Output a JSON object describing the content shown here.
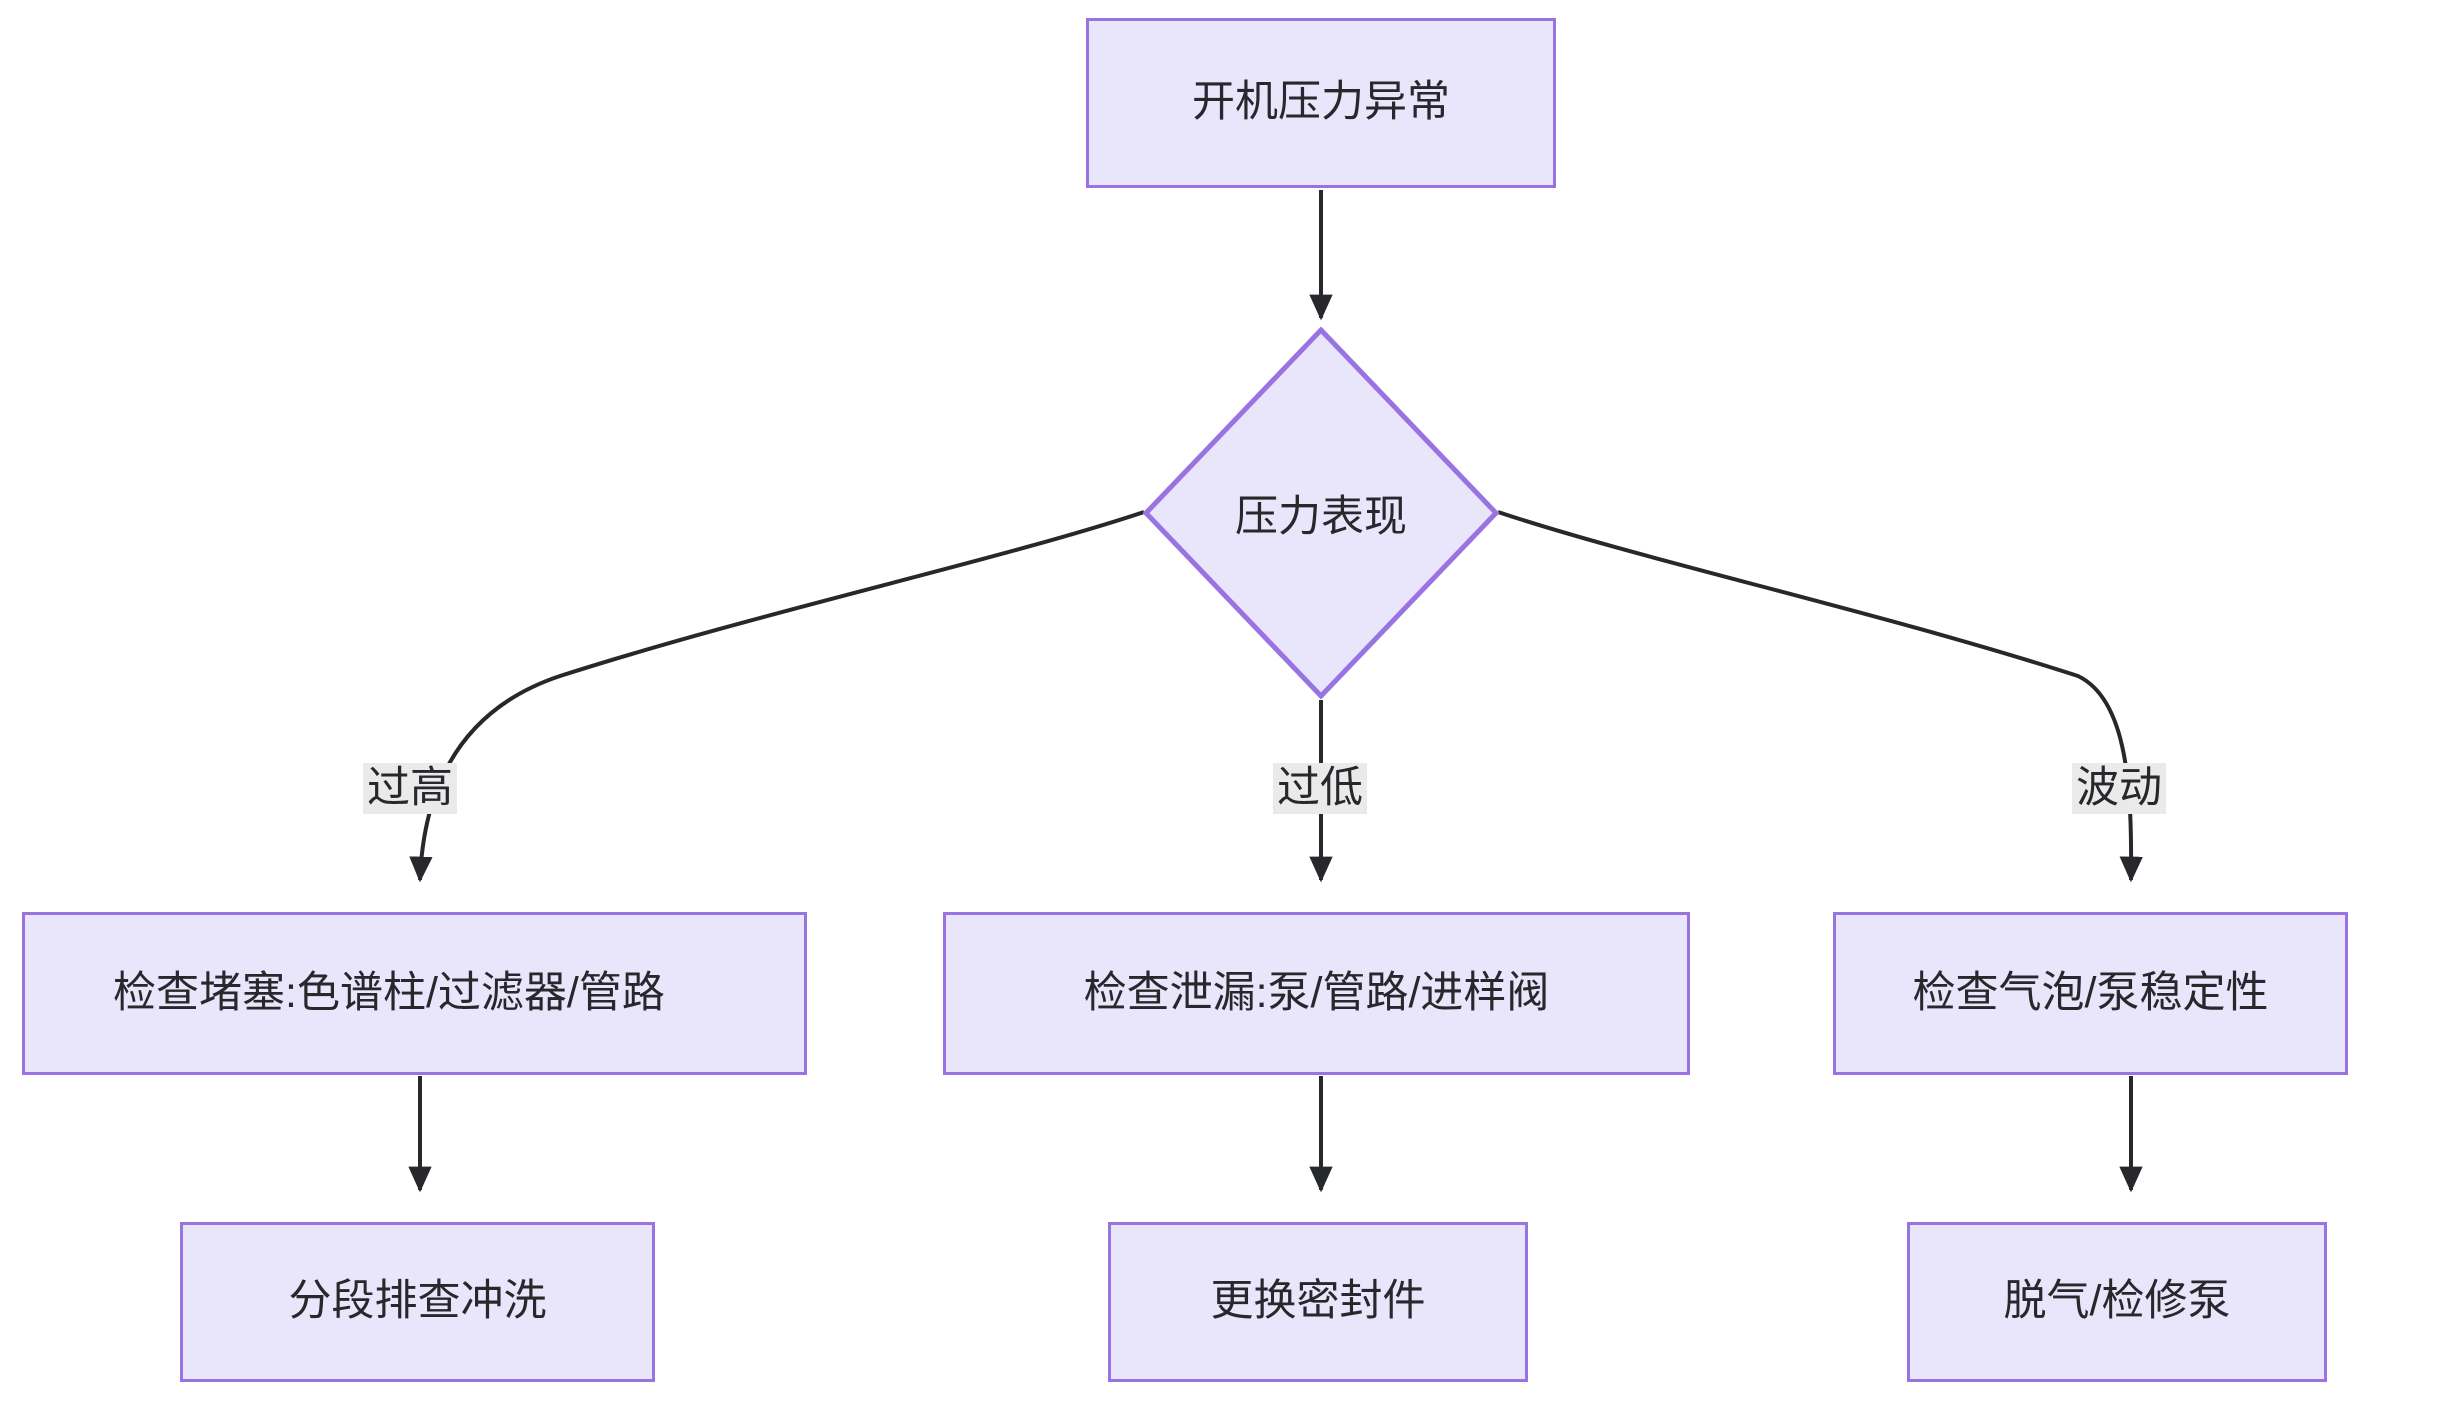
{
  "diagram": {
    "type": "flowchart",
    "direction": "top-down",
    "background_color": "#ffffff",
    "node_fill_color": "#e9e5fb",
    "node_border_color": "#9a73e3",
    "edge_color": "#26282b",
    "edge_label_background": "#eaeaea",
    "text_color": "#26282b"
  },
  "nodes": {
    "start": {
      "id": "start",
      "shape": "rectangle",
      "label": "开机压力异常"
    },
    "decision": {
      "id": "decision",
      "shape": "diamond",
      "label": "压力表现"
    },
    "check_clog": {
      "id": "check_clog",
      "shape": "rectangle",
      "label": "检查堵塞:色谱柱/过滤器/管路",
      "truncated": true
    },
    "check_leak": {
      "id": "check_leak",
      "shape": "rectangle",
      "label": "检查泄漏:泵/管路/进样阀"
    },
    "check_bubble": {
      "id": "check_bubble",
      "shape": "rectangle",
      "label": "检查气泡/泵稳定性"
    },
    "flush": {
      "id": "flush",
      "shape": "rectangle",
      "label": "分段排查冲洗"
    },
    "replace_seal": {
      "id": "replace_seal",
      "shape": "rectangle",
      "label": "更换密封件"
    },
    "degas_pump": {
      "id": "degas_pump",
      "shape": "rectangle",
      "label": "脱气/检修泵"
    }
  },
  "edges": [
    {
      "from": "start",
      "to": "decision",
      "label": ""
    },
    {
      "from": "decision",
      "to": "check_clog",
      "label": "过高"
    },
    {
      "from": "decision",
      "to": "check_leak",
      "label": "过低"
    },
    {
      "from": "decision",
      "to": "check_bubble",
      "label": "波动"
    },
    {
      "from": "check_clog",
      "to": "flush",
      "label": ""
    },
    {
      "from": "check_leak",
      "to": "replace_seal",
      "label": ""
    },
    {
      "from": "check_bubble",
      "to": "degas_pump",
      "label": ""
    }
  ],
  "edge_labels": {
    "high": "过高",
    "low": "过低",
    "fluctuating": "波动"
  }
}
